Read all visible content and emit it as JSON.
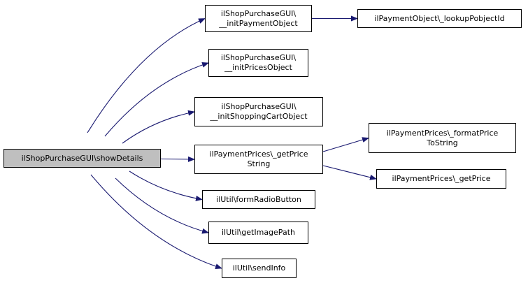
{
  "nodes": {
    "root": "ilShopPurchaseGUI\\showDetails",
    "initPayment": "ilShopPurchaseGUI\\\n__initPaymentObject",
    "lookup": "ilPaymentObject\\_lookupPobjectId",
    "initPrices": "ilShopPurchaseGUI\\\n__initPricesObject",
    "initCart": "ilShopPurchaseGUI\\\n__initShoppingCartObject",
    "getPriceString": "ilPaymentPrices\\_getPrice\nString",
    "formatPrice": "ilPaymentPrices\\_formatPrice\nToString",
    "getPrice": "ilPaymentPrices\\_getPrice",
    "formRadio": "ilUtil\\formRadioButton",
    "getImage": "ilUtil\\getImagePath",
    "sendInfo": "ilUtil\\sendInfo"
  },
  "edges": [
    [
      "root",
      "initPayment"
    ],
    [
      "root",
      "initPrices"
    ],
    [
      "root",
      "initCart"
    ],
    [
      "root",
      "getPriceString"
    ],
    [
      "root",
      "formRadio"
    ],
    [
      "root",
      "getImage"
    ],
    [
      "root",
      "sendInfo"
    ],
    [
      "initPayment",
      "lookup"
    ],
    [
      "getPriceString",
      "formatPrice"
    ],
    [
      "getPriceString",
      "getPrice"
    ]
  ],
  "colors": {
    "edge": "#191970",
    "root_fill": "#bfbfbf",
    "node_fill": "#ffffff",
    "border": "#000000"
  }
}
